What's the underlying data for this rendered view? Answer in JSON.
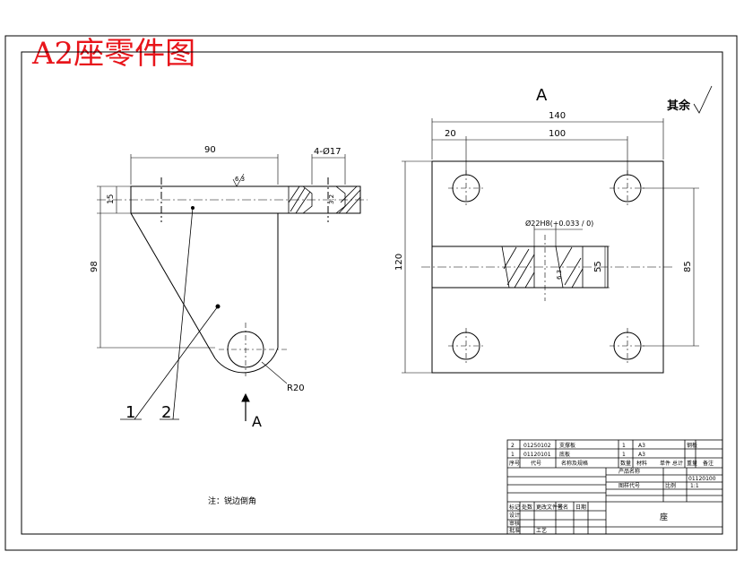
{
  "title": "A2座零件图",
  "colors": {
    "title": "#e8151b",
    "line": "#000000",
    "background": "#ffffff"
  },
  "side_view": {
    "dim_top": "90",
    "dim_hole": "4-Ø17",
    "dim_left_small": "15",
    "dim_left_big": "98",
    "radius": "R20",
    "roughness_top": "6.3",
    "roughness_section": "3.2",
    "leader_1": "1",
    "leader_2": "2",
    "view_arrow_label": "A"
  },
  "view_a": {
    "label": "A",
    "surface_note": "其余",
    "dim_total_width": "140",
    "dim_left_offset": "20",
    "dim_hole_spacing": "100",
    "dim_height_left": "120",
    "dim_height_right": "85",
    "dim_slot": "55",
    "dim_bore": "Ø22H8(+0.033 / 0)",
    "roughness_bore": "6.3"
  },
  "note": "注：锐边倒角",
  "title_block": {
    "rows": [
      [
        "2",
        "01250102",
        "支撑板",
        "1",
        "A3",
        "钢板"
      ],
      [
        "1",
        "01120101",
        "底板",
        "1",
        "A3",
        ""
      ]
    ],
    "header_cells": [
      "序号",
      "代号",
      "名称及规格",
      "数量",
      "材料",
      "单件",
      "总计",
      "重量",
      "备注"
    ],
    "part_name": "座",
    "label_cells": [
      "标记",
      "处数",
      "更改文件号",
      "签名",
      "日期"
    ],
    "sign_rows": [
      "设计",
      "审核",
      "工艺",
      "批准"
    ],
    "info_cells": [
      "产品名称",
      "图样代号",
      "比例",
      "1:1",
      "01120100"
    ]
  }
}
